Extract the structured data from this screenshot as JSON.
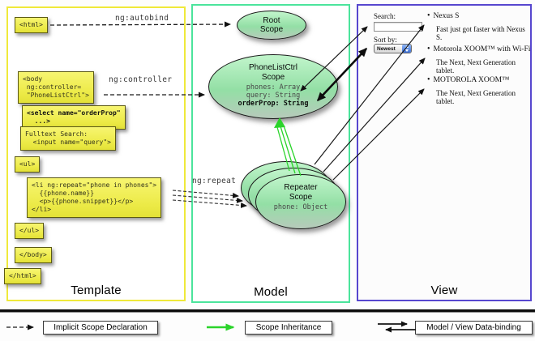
{
  "colors": {
    "template_border": "#efe93a",
    "model_border": "#4be49c",
    "view_border": "#5747cf",
    "scope_fill_green": "#93dfa5",
    "code_highlight_yellow": "#ecea46",
    "inheritance_green": "#2bd42b",
    "select_stepper_blue": "#3c6fd6"
  },
  "labels": {
    "autobind": "ng:autobind",
    "controller": "ng:controller",
    "repeat": "ng:repeat"
  },
  "template": {
    "title": "Template",
    "boxes": {
      "html_open": "<html>",
      "body_open": "<body\n ng:controller=\n \"PhoneListCtrl\">",
      "select": "<select name=\"orderProp\"\n  ...>",
      "fulltext": "Fulltext Search:\n  <input name=\"query\">",
      "ul_open": "<ul>",
      "li_repeat": "<li ng:repeat=\"phone in phones\">\n  {{phone.name}}\n  <p>{{phone.snippet}}</p>\n</li>",
      "ul_close": "</ul>",
      "body_close": "</body>",
      "html_close": "</html>"
    }
  },
  "model": {
    "title": "Model",
    "root_scope": {
      "name": "Root\nScope"
    },
    "phonelist_scope": {
      "name": "PhoneListCtrl\nScope",
      "props": "phones: Array\nquery: String",
      "bold_prop": "orderProp: String"
    },
    "repeater_scope": {
      "name": "Repeater\nScope",
      "prop": "phone: Object"
    }
  },
  "view": {
    "title": "View",
    "search_label": "Search:",
    "sort_label": "Sort by:",
    "sort_value": "Newest",
    "bullet": "•",
    "items": [
      {
        "name": "Nexus S",
        "desc": "Fast just got faster with Nexus S."
      },
      {
        "name": "Motorola XOOM™ with Wi-Fi",
        "desc": "The Next, Next Generation tablet."
      },
      {
        "name": "MOTOROLA XOOM™",
        "desc": "The Next, Next Generation tablet."
      }
    ]
  },
  "legend": {
    "implicit": "Implicit Scope Declaration",
    "inheritance": "Scope Inheritance",
    "databinding": "Model / View Data-binding"
  }
}
